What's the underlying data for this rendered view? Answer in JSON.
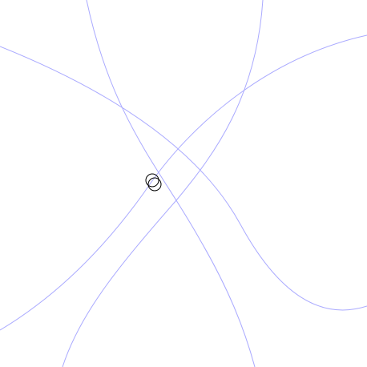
{
  "diagram": {
    "colors": {
      "background": "#ffffff",
      "circle_stroke": "#aaaaff",
      "marker_stroke": "#000000"
    },
    "circles": [
      {
        "name": "arc-left-to-lower-right"
      },
      {
        "name": "arc-top-left-to-bottom-right"
      },
      {
        "name": "arc-top-right-to-bottom-left"
      },
      {
        "name": "arc-right-to-lower-left"
      }
    ],
    "markers": [
      {
        "name": "marker-upper"
      },
      {
        "name": "marker-lower"
      }
    ]
  }
}
